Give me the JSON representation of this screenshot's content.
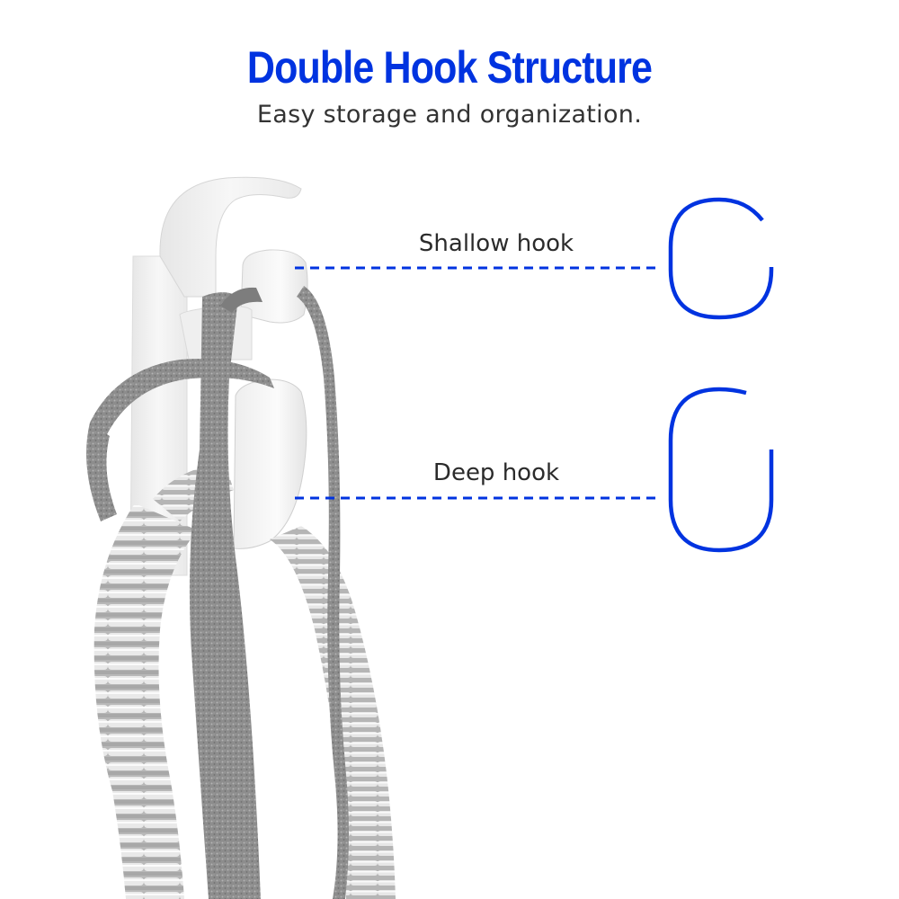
{
  "header": {
    "title": "Double Hook Structure",
    "subtitle": "Easy storage and organization."
  },
  "callouts": [
    {
      "label": "Shallow hook",
      "shape": "shallow-hook-outline-icon"
    },
    {
      "label": "Deep hook",
      "shape": "deep-hook-outline-icon"
    }
  ],
  "colors": {
    "accent": "#0033e0",
    "text": "#2b2b2b",
    "background": "#ffffff",
    "hook_white": "#f2f2f2",
    "tube_gray": "#c9c9c9",
    "strap_gray": "#8a8a8a"
  },
  "image": {
    "subject": "white wall-mounted double hook holding a gray corrugated hose and gray fabric straps"
  }
}
